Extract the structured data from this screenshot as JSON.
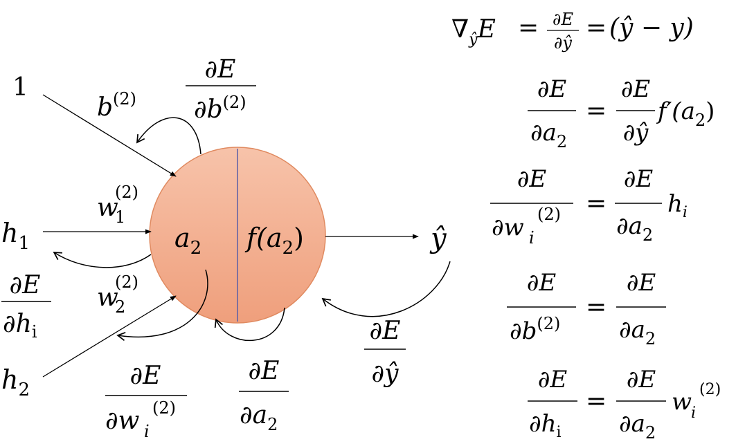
{
  "neuron": {
    "bias_input": "1",
    "bias_weight": {
      "base": "b",
      "sup": "(2)"
    },
    "input1": {
      "base": "h",
      "sub": "1"
    },
    "input2": {
      "base": "h",
      "sub": "2"
    },
    "weight1": {
      "base": "w",
      "sub": "1",
      "sup": "(2)"
    },
    "weight2": {
      "base": "w",
      "sub": "2",
      "sup": "(2)"
    },
    "activation": {
      "base": "a",
      "sub": "2"
    },
    "function": {
      "pre": "f(",
      "base": "a",
      "sub": "2",
      "post": ")"
    },
    "output": "ŷ",
    "fill_top": "#f7c3aa",
    "fill_bottom": "#ef9f7c",
    "stroke": "#e08a60",
    "divider": "#5b5ea6"
  },
  "gradients": {
    "dE_db": {
      "num": "∂E",
      "den_pre": "∂b",
      "den_sup": "(2)"
    },
    "dE_dh": {
      "num": "∂E",
      "den_pre": "∂h",
      "den_sub": "i"
    },
    "dE_dw": {
      "num": "∂E",
      "den_pre": "∂w",
      "den_sub": "i",
      "den_sup": "(2)"
    },
    "dE_da": {
      "num": "∂E",
      "den_pre": "∂a",
      "den_sub": "2"
    },
    "dE_dy": {
      "num": "∂E",
      "den_pre": "∂ŷ"
    }
  },
  "equations": {
    "eq1": {
      "nabla": "∇",
      "nabla_sub": "ŷ",
      "lhs": "E",
      "eq": "=",
      "num": "∂E",
      "den": "∂ŷ",
      "eq2": "=",
      "rhs": "(ŷ − y)"
    },
    "eq2": {
      "num": "∂E",
      "den": "∂a",
      "den_sub": "2",
      "eq": "=",
      "rnum": "∂E",
      "rden": "∂ŷ",
      "factor": "f′(a",
      "factor_sub": "2",
      "factor_post": ")"
    },
    "eq3": {
      "num": "∂E",
      "den": "∂w",
      "den_sub": "i",
      "den_sup": "(2)",
      "eq": "=",
      "rnum": "∂E",
      "rden": "∂a",
      "rden_sub": "2",
      "factor": "h",
      "factor_sub": "i"
    },
    "eq4": {
      "num": "∂E",
      "den": "∂b",
      "den_sup": "(2)",
      "eq": "=",
      "rnum": "∂E",
      "rden": "∂a",
      "rden_sub": "2"
    },
    "eq5": {
      "num": "∂E",
      "den": "∂h",
      "den_sub": "i",
      "eq": "=",
      "rnum": "∂E",
      "rden": "∂a",
      "rden_sub": "2",
      "factor": "w",
      "factor_sub": "i",
      "factor_sup": "(2)"
    }
  }
}
